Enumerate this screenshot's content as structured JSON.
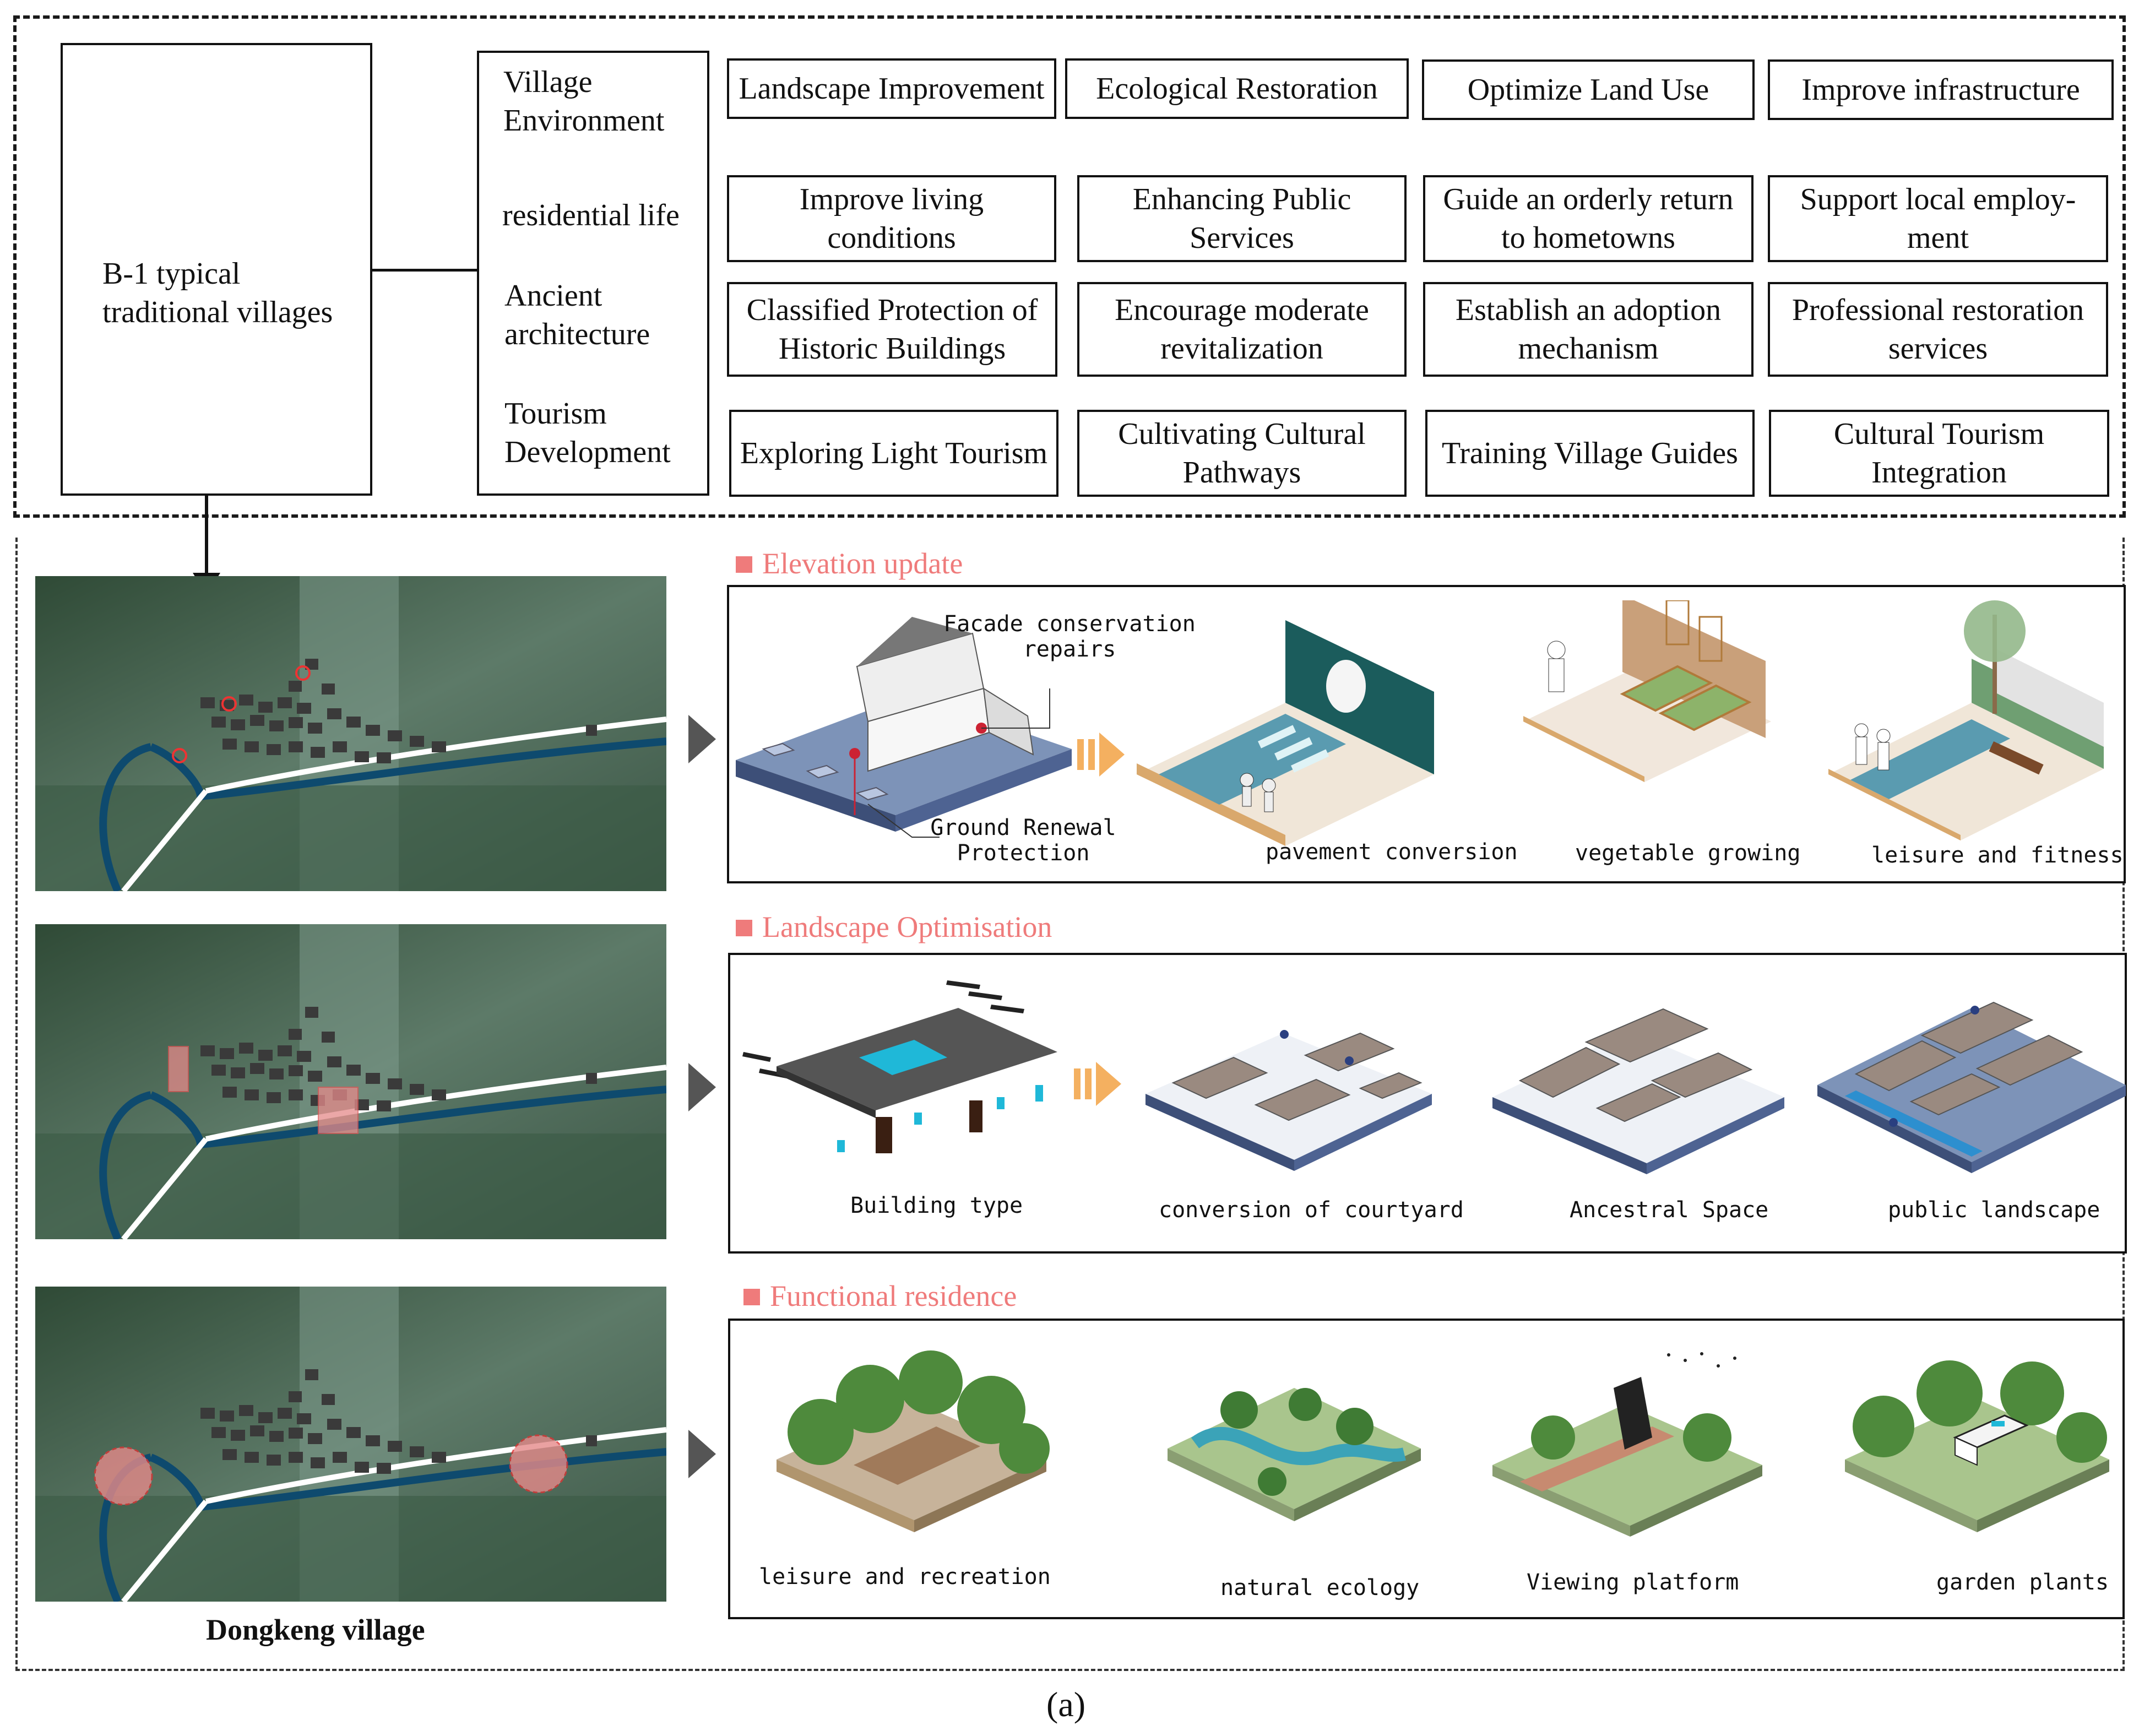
{
  "village_type": {
    "label": "B-1 typical traditional villages"
  },
  "categories": [
    "Village Environment",
    "residential life",
    "Ancient architecture",
    "Tourism Development"
  ],
  "strategies": [
    [
      "Landscape Improvement",
      "Ecological Restoration",
      "Optimize Land Use",
      "Improve infrastructure"
    ],
    [
      "Improve living conditions",
      "Enhancing Public Services",
      "Guide an orderly return to hometowns",
      "Support local employ-ment"
    ],
    [
      "Classified Protection of Historic Buildings",
      "Encourage moderate revitalization",
      "Establish an adoption mechanism",
      "Professional restoration services"
    ],
    [
      "Exploring Light Tourism",
      "Cultivating Cultural Pathways",
      "Training Village Guides",
      "Cultural Tourism Integration"
    ]
  ],
  "sections": [
    {
      "title": "Elevation update",
      "annotations": [
        "Facade conservation repairs",
        "Ground Renewal Protection"
      ],
      "captions": [
        "pavement conversion",
        "vegetable growing",
        "leisure and fitness"
      ]
    },
    {
      "title": "Landscape Optimisation",
      "captions": [
        "Building type",
        "conversion of courtyard",
        "Ancestral Space",
        "public landscape"
      ]
    },
    {
      "title": "Functional residence",
      "captions": [
        "leisure and recreation",
        "natural ecology",
        "Viewing platform",
        "garden plants"
      ]
    }
  ],
  "village_name": "Dongkeng village",
  "figure_label": "(a)",
  "colors": {
    "section_title": "#ef7b7b",
    "river": "#0e4a6e",
    "road": "#ffffff",
    "building": "#3a3a3a",
    "highlight": "#e58a8a",
    "arrow_orange": "#f4b060",
    "slab_blue": "#7d93b8"
  }
}
